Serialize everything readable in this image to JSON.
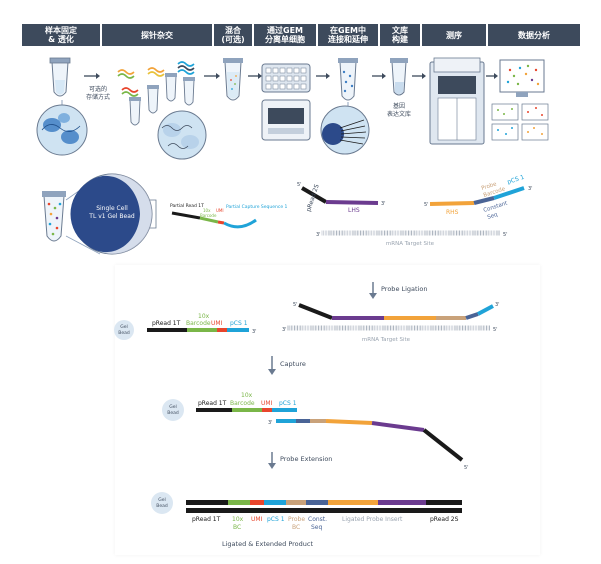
{
  "workflow": {
    "steps": [
      {
        "label": "样本固定\n& 透化"
      },
      {
        "label": "探针杂交"
      },
      {
        "label": "混合\n(可选)"
      },
      {
        "label": "通过GEM\n分离单细胞"
      },
      {
        "label": "在GEM中\n连接和延伸"
      },
      {
        "label": "文库\n构建"
      },
      {
        "label": "测序"
      },
      {
        "label": "数据分析"
      }
    ],
    "storage_note_line1": "可选的",
    "storage_note_line2": "存储方式",
    "library_note_line1": "基因",
    "library_note_line2": "表达文库"
  },
  "bead_panel": {
    "bead_label_line1": "Single Cell",
    "bead_label_line2": "TL v1 Gel Bead",
    "partial_read": "Partial Read 1T",
    "barcode_small": "10x",
    "barcode_small2": "Barcode",
    "umi_small": "UMI",
    "partial_capture": "Partial Capture Sequence 1"
  },
  "probe_panel": {
    "pread2s": "pRead 2S",
    "lhs": "LHS",
    "rhs": "RHS",
    "probe_barcode": "Probe\nBarcode",
    "pcs1": "pCS 1",
    "constant_seq": "Constant\nSeq",
    "mrna_target": "mRNA Target Site",
    "five_prime": "5'",
    "three_prime": "3'"
  },
  "mechanism": {
    "gel_bead": "Gel\nBead",
    "pread1t": "pRead 1T",
    "tenx": "10x",
    "barcode": "Barcode",
    "umi": "UMI",
    "pcs1": "pCS 1",
    "probe_ligation": "Probe Ligation",
    "mrna_target": "mRNA Target Site",
    "capture": "Capture",
    "probe_extension": "Probe Extension",
    "final_labels": {
      "pread1t": "pRead 1T",
      "tenx_bc": "10x\nBC",
      "umi": "UMI",
      "pcs1": "pCS 1",
      "probe_bc": "Probe\nBC",
      "const_seq": "Const.\nSeq",
      "ligated_insert": "Ligated Probe Insert",
      "pread2s": "pRead 2S"
    },
    "product_caption": "Ligated & Extended Product",
    "five_prime": "5'",
    "three_prime": "3'"
  },
  "colors": {
    "header_bg": "#3d4a5c",
    "black_seg": "#1a1a1a",
    "green_barcode": "#7ab648",
    "red_umi": "#e8452c",
    "blue_pcs": "#1fa3d8",
    "orange_probe": "#f2a33a",
    "purple_lhs": "#6b3b8f",
    "slate_const": "#4a6496",
    "tan_probe_bc": "#c9a27a",
    "bead_blue": "#2c4a8a",
    "bead_bg": "#cfe3f2"
  }
}
